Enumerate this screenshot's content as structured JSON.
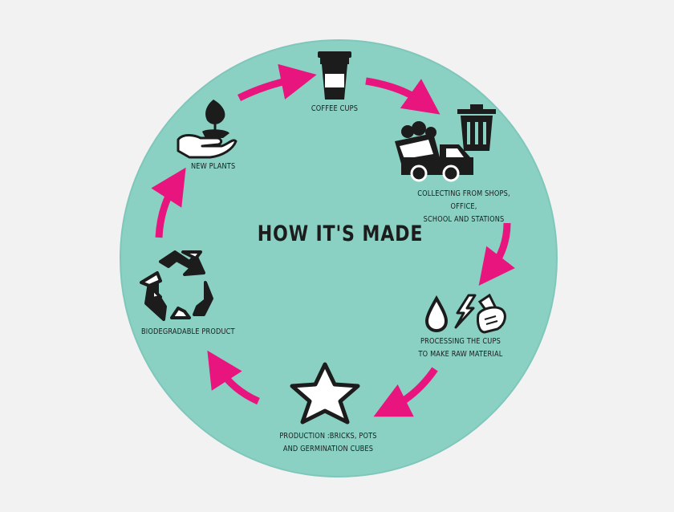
{
  "title": "HOW IT'S MADE",
  "colors": {
    "circle": "#8ad1c4",
    "circle_outline": "#7fc7ba",
    "arrow": "#e8157f",
    "ink": "#1c1c1c",
    "icon_fill": "#ffffff"
  },
  "steps": [
    {
      "label": "COFFEE CUPS",
      "icon": "coffee-cup-icon"
    },
    {
      "label": "COLLECTING FROM SHOPS, OFFICE,\nSCHOOL AND STATIONS",
      "icon": "garbage-truck-icon"
    },
    {
      "label": "PROCESSING THE CUPS\nTO MAKE RAW MATERIAL",
      "icon": "processing-icons"
    },
    {
      "label": "PRODUCTION :BRICKS, POTS\nAND GERMINATION CUBES",
      "icon": "star-icon"
    },
    {
      "label": "BIODEGRADABLE PRODUCT",
      "icon": "recycle-icon"
    },
    {
      "label": "NEW PLANTS",
      "icon": "plant-hand-icon"
    }
  ]
}
